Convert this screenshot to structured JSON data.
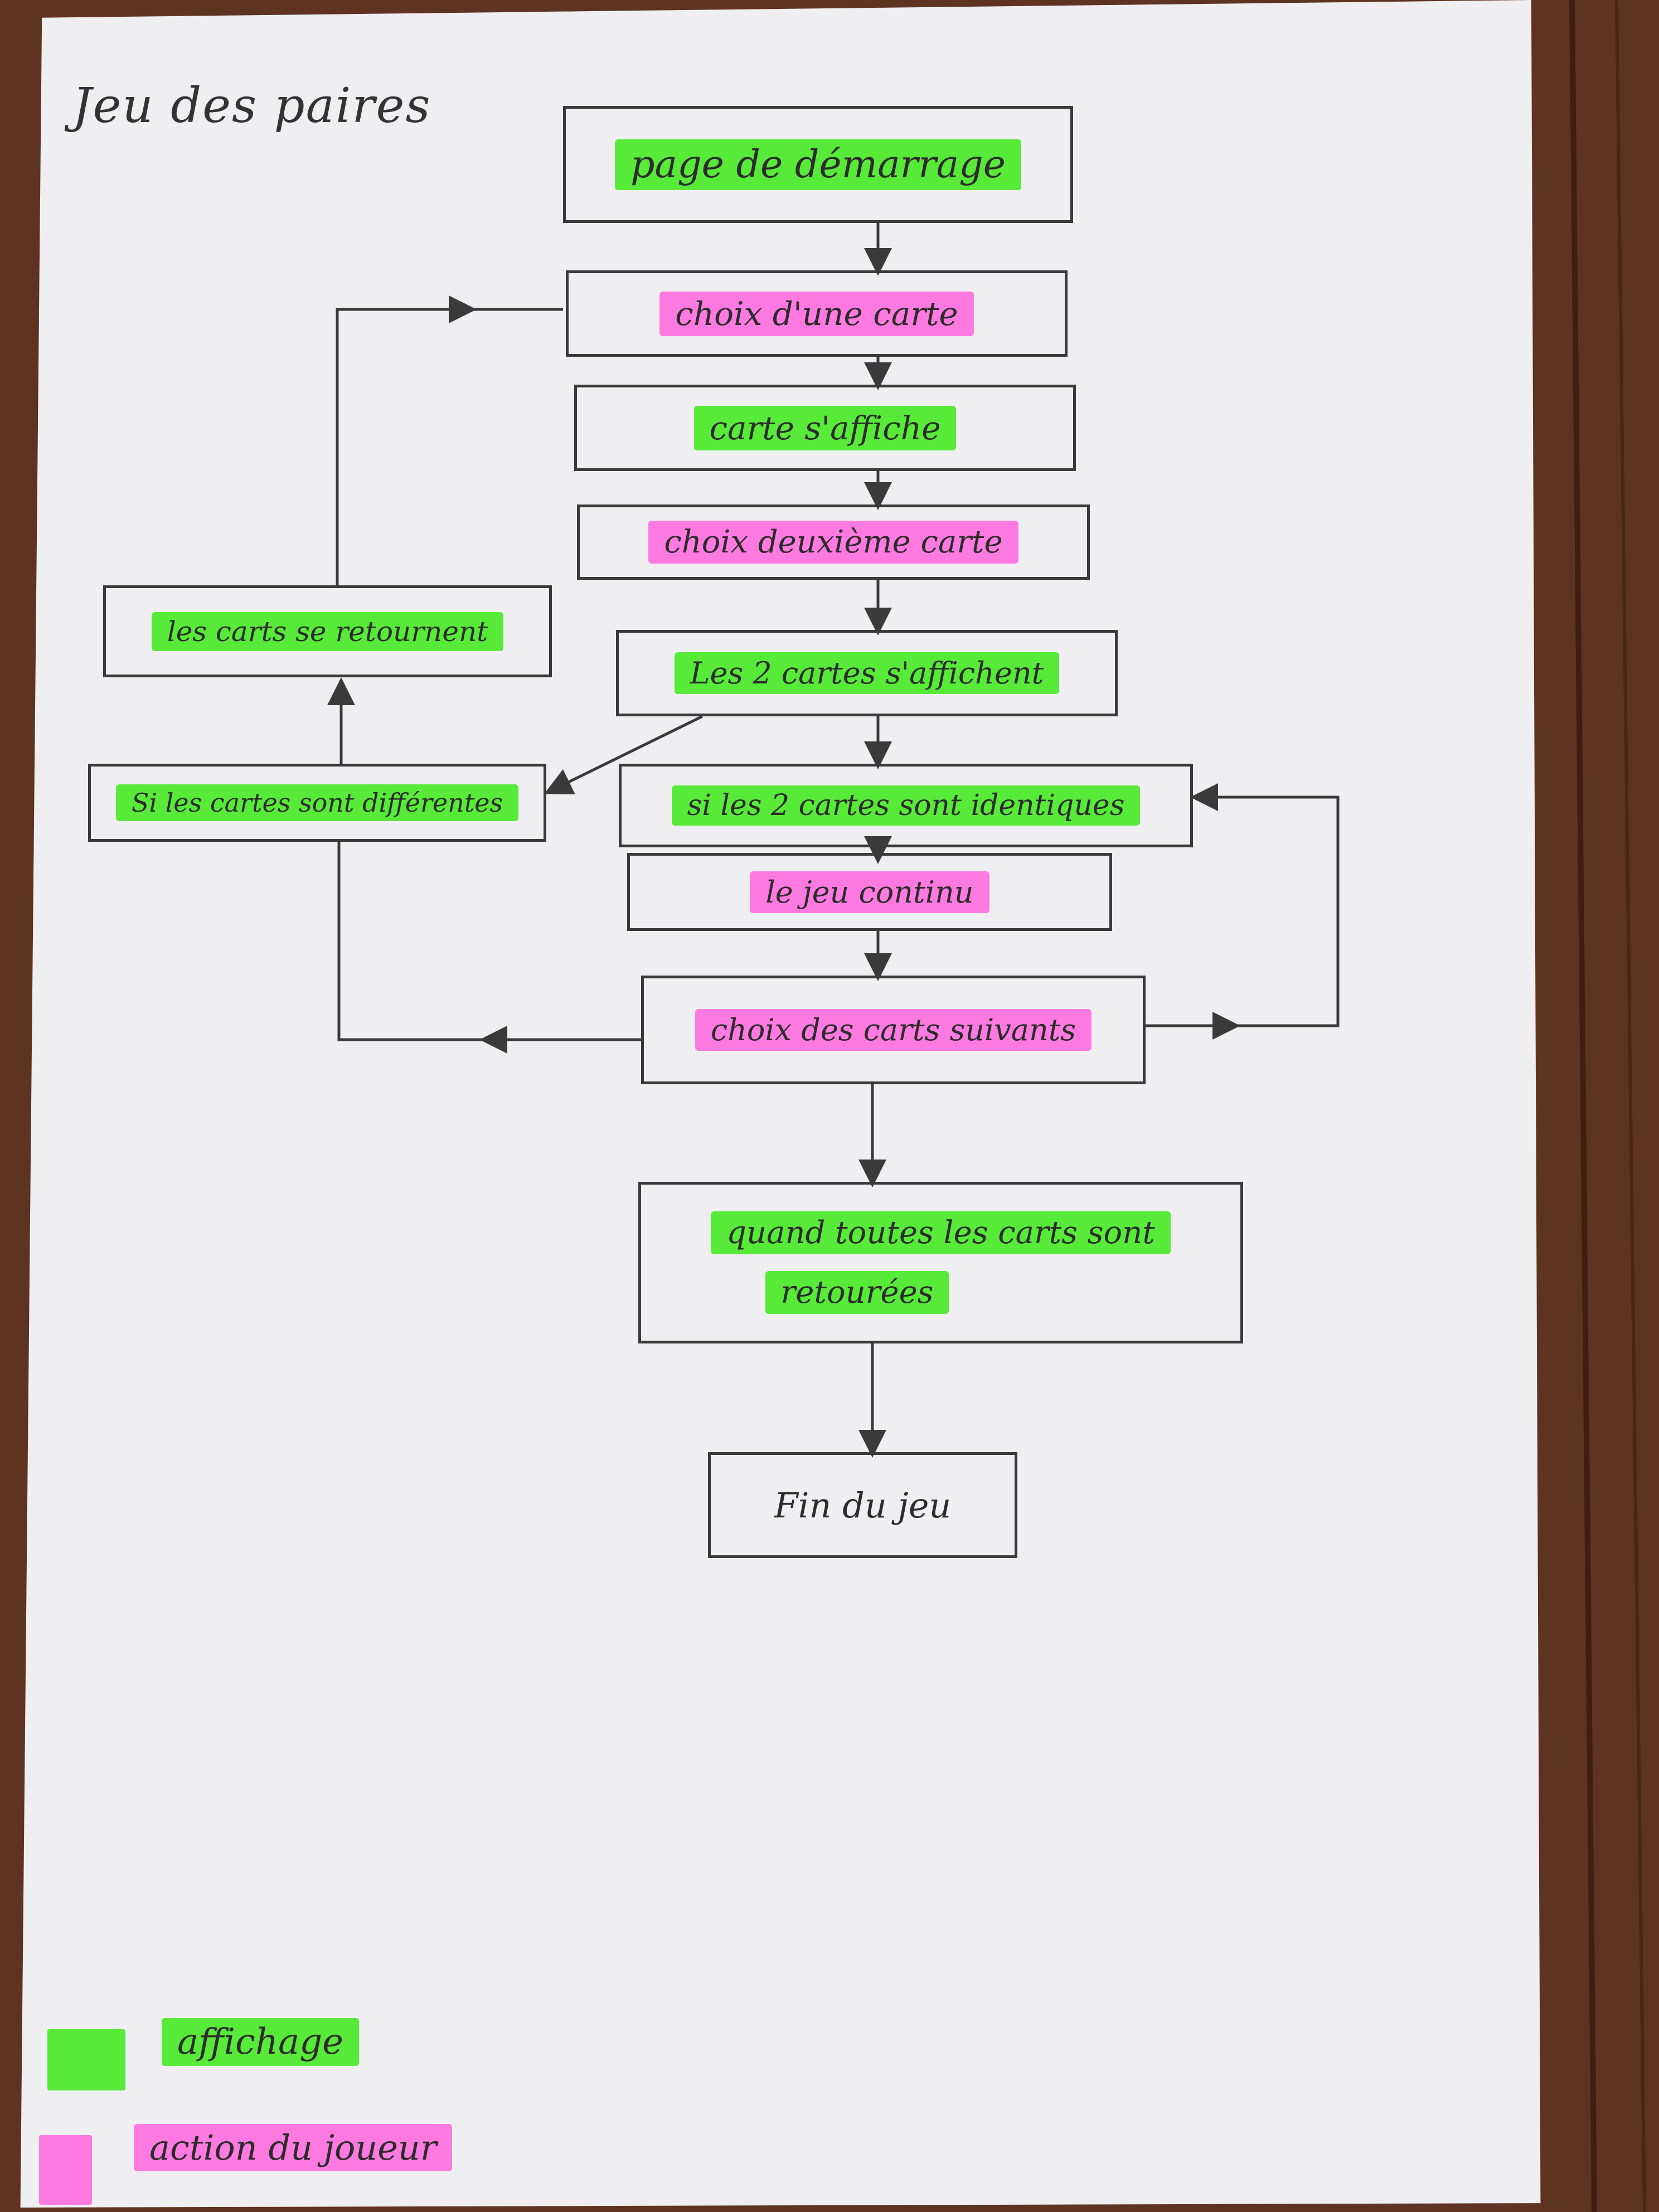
{
  "title": "Jeu des paires",
  "nodes": {
    "start": "page de démarrage",
    "choose_card": "choix d'une carte",
    "card_shows": "carte s'affiche",
    "choose_second": "choix deuxième carte",
    "two_show": "Les 2 cartes s'affichent",
    "flip_back": "les carts se retournent",
    "if_different": "Si les cartes sont différentes",
    "if_identical": "si les 2 cartes sont identiques",
    "game_continues": "le jeu continu",
    "choose_next": "choix des carts suivants",
    "all_flipped_line1": "quand toutes les carts sont",
    "all_flipped_line2": "retourées",
    "end": "Fin du jeu"
  },
  "legend": {
    "display": "affichage",
    "player_action": "action du joueur"
  },
  "colors": {
    "display": "#58ea39",
    "player_action": "#ff7ae0",
    "ink": "#3a3a3a",
    "paper": "#efeff1"
  }
}
